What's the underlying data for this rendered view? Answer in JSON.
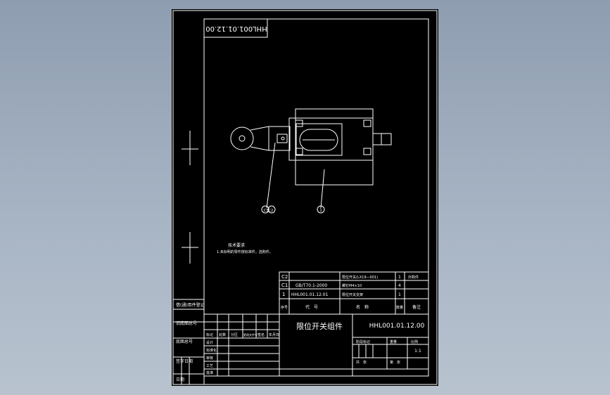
{
  "colors": {
    "background_top": "#8e9db0",
    "background_bottom": "#b8c3cf",
    "sheet": "#000000",
    "lines": "#ffffff"
  },
  "drawing": {
    "rotated_code": "HHL001.01.12.00",
    "callouts": {
      "left": "C1C2",
      "right": "1"
    },
    "notes": {
      "title": "技术要求",
      "line1": "1.未标明的零件按标准件，选购件。"
    },
    "parts_list": {
      "rows": [
        {
          "seq": "C2",
          "code": "",
          "name": "限位开关(LX19—001)",
          "qty": "1",
          "remark": "外购件"
        },
        {
          "seq": "C1",
          "code": "GB/T70.1-2000",
          "name": "螺钉M4×10",
          "qty": "4",
          "remark": ""
        },
        {
          "seq": "1",
          "code": "HHL001.01.12.01",
          "name": "限位开关支架",
          "qty": "1",
          "remark": ""
        }
      ],
      "header": {
        "seq": "序号",
        "code": "代　号",
        "name": "名　称",
        "qty": "数量",
        "remark": "备注"
      }
    },
    "title_block": {
      "title": "限位开关组件",
      "drawing_no": "HHL001.01.12.00",
      "stage_label": "阶段标记",
      "weight_label": "重量",
      "scale_label": "比例",
      "scale": "1:1",
      "sheet_label": "共　张",
      "page_label": "第　张",
      "rev_labels": {
        "mark": "标记",
        "count": "处数",
        "zone": "分区",
        "doc": "更改文件号",
        "sign": "签名",
        "date": "年月日"
      },
      "role_labels": {
        "design": "设计",
        "check": "审核",
        "standard": "标准化",
        "process": "工艺",
        "approve": "批准"
      },
      "side_labels": {
        "ref_draw": "借(通)用件登记",
        "old_no": "旧底图总号",
        "base_no": "底图总号",
        "sign_date": "签字日期",
        "date": "日期"
      }
    }
  }
}
